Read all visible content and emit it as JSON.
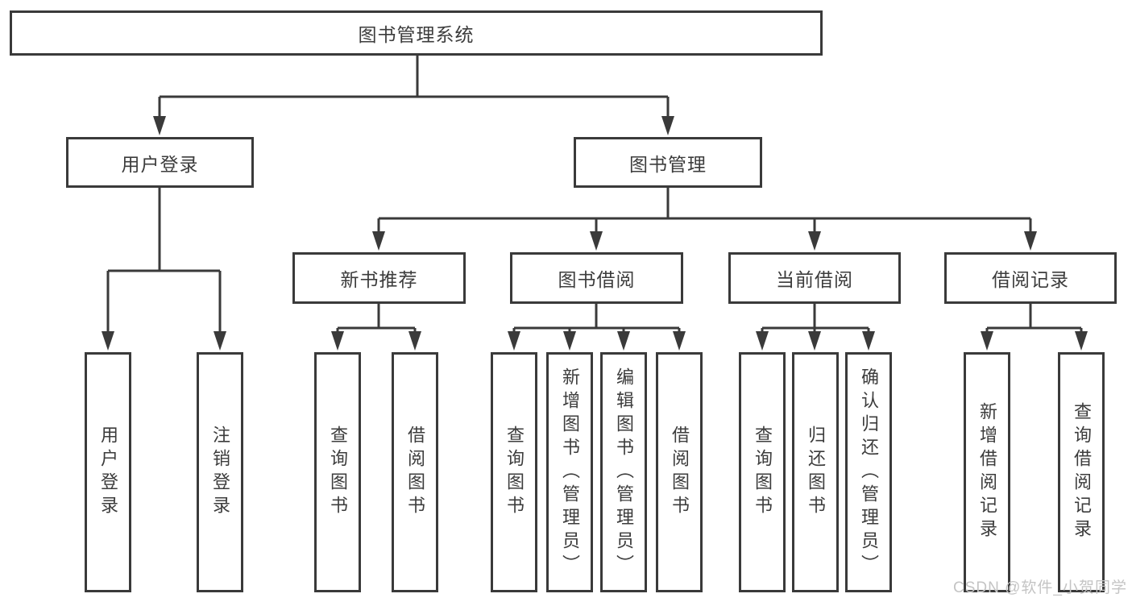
{
  "tree": {
    "label": "图书管理系统",
    "children": [
      {
        "label": "用户登录",
        "children": [
          {
            "label": "用户登录"
          },
          {
            "label": "注销登录"
          }
        ]
      },
      {
        "label": "图书管理",
        "children": [
          {
            "label": "新书推荐",
            "children": [
              {
                "label": "查询图书"
              },
              {
                "label": "借阅图书"
              }
            ]
          },
          {
            "label": "图书借阅",
            "children": [
              {
                "label": "查询图书"
              },
              {
                "label": "新增图书（管理员）"
              },
              {
                "label": "编辑图书（管理员）"
              },
              {
                "label": "借阅图书"
              }
            ]
          },
          {
            "label": "当前借阅",
            "children": [
              {
                "label": "查询图书"
              },
              {
                "label": "归还图书"
              },
              {
                "label": "确认归还（管理员）"
              }
            ]
          },
          {
            "label": "借阅记录",
            "children": [
              {
                "label": "新增借阅记录"
              },
              {
                "label": "查询借阅记录"
              }
            ]
          }
        ]
      }
    ]
  },
  "watermark": {
    "text": "CSDN @软件_小贺同学"
  },
  "colors": {
    "line": "#3a3a3a",
    "text": "#3c3c3c",
    "box_background": "#ffffff",
    "watermark": "#c4c4c4"
  }
}
